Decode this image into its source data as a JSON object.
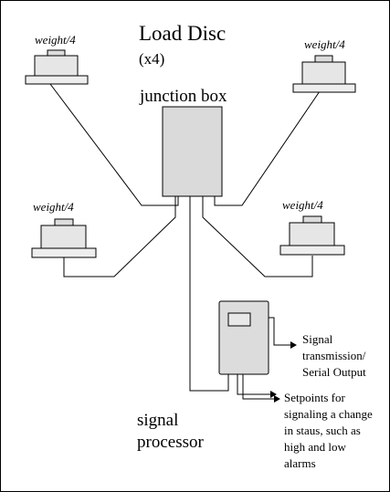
{
  "labels": {
    "load_disc_title": "Load Disc",
    "load_disc_count": "(x4)",
    "junction_box": "junction box",
    "signal_processor_line1": "signal",
    "signal_processor_line2": "processor",
    "weight_top_left": "weight/4",
    "weight_top_right": "weight/4",
    "weight_mid_left": "weight/4",
    "weight_mid_right": "weight/4",
    "signal_tx_line1": "Signal",
    "signal_tx_line2": "transmission/",
    "signal_tx_line3": "Serial Output",
    "setpoints_line1": "Setpoints for",
    "setpoints_line2": "signaling a change",
    "setpoints_line3": "in staus, such as",
    "setpoints_line4": "high and low",
    "setpoints_line5": "alarms"
  }
}
